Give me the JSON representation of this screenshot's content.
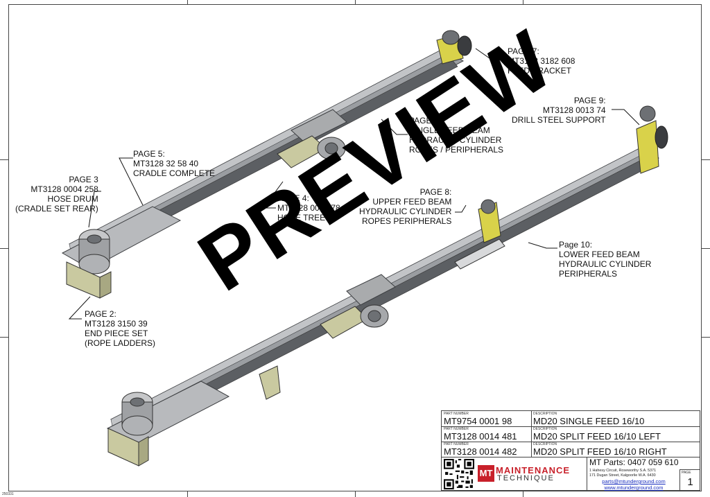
{
  "callouts": {
    "p7": {
      "line1": "PAGE 7:",
      "line2": "MT3128 3182 608",
      "line3": "FEED BRACKET"
    },
    "p9": {
      "line1": "PAGE 9:",
      "line2": "MT3128 0013 74",
      "line3": "DRILL STEEL SUPPORT"
    },
    "p8a": {
      "line1": "PAGE 8:",
      "line2": "SINGLE FEED BEAM",
      "line3": "HYDRAULIC CYLINDER",
      "line4": "ROPES / PERIPHERALS"
    },
    "p5": {
      "line1": "PAGE 5:",
      "line2": "MT3128 32 58 40",
      "line3": "CRADLE COMPLETE"
    },
    "p3": {
      "line1": "PAGE 3",
      "line2": "MT3128 0004 258",
      "line3": "HOSE DRUM",
      "line4": "(CRADLE SET REAR)"
    },
    "p4": {
      "line1": "PAGE 4:",
      "line2": "MT3128 0007 78",
      "line3": "HOSE TREE"
    },
    "p8b": {
      "line1": "PAGE 8:",
      "line2": "UPPER FEED BEAM",
      "line3": "HYDRAULIC CYLINDER",
      "line4": "ROPES PERIPHERALS"
    },
    "p10": {
      "line1": "Page 10:",
      "line2": "LOWER FEED BEAM",
      "line3": "HYDRAULIC CYLINDER",
      "line4": "PERIPHERALS"
    },
    "p2": {
      "line1": "PAGE 2:",
      "line2": "MT3128 3150 39",
      "line3": "END PIECE SET",
      "line4": "(ROPE LADDERS)"
    }
  },
  "watermark": "PREVIEW",
  "title_block": {
    "part_caption": "PART NUMBER",
    "desc_caption": "DESCRIPTION",
    "rows": [
      {
        "part": "MT9754 0001 98",
        "desc": "MD20 SINGLE FEED 16/10"
      },
      {
        "part": "MT3128 0014 481",
        "desc": "MD20 SPLIT FEED 16/10 LEFT"
      },
      {
        "part": "MT3128 0014 482",
        "desc": "MD20 SPLIT FEED 16/10 RIGHT"
      }
    ],
    "logo_word1": "MAINTENANCE",
    "logo_word2": "TECHNIQUE",
    "logo_mark": "MT",
    "phone": "MT Parts: 0407 059 610",
    "address1": "1 Hahesy Circuit, Roseworthy S.A. 5371",
    "address2": "171 Dugan Street, Kalgoorlie W.A. 6430",
    "email": "parts@mtunderground.com",
    "website": "www.mtunderground.com",
    "page_caption": "PAGE",
    "page_number": "1"
  },
  "doc_code": "250331",
  "colors": {
    "beam": "#8d9094",
    "beam_dark": "#5c5f63",
    "bracket": "#d9d24a",
    "cradle": "#c9c9a0",
    "accent_red": "#c8202a"
  }
}
